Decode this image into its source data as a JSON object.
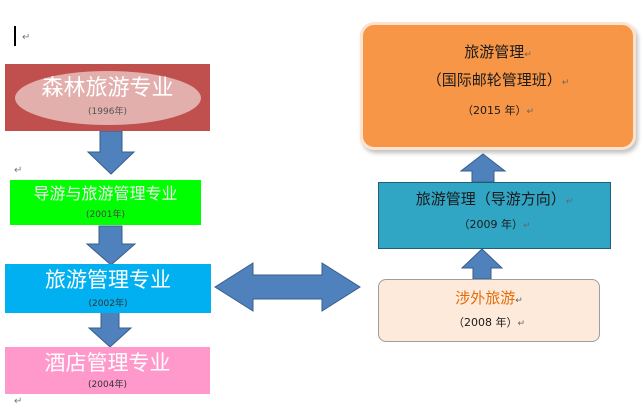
{
  "cursor_mark": "↵",
  "return_mark": "↵",
  "left_column": [
    {
      "title": "森林旅游专业",
      "year": "(1996年)"
    },
    {
      "title": "导游与旅游管理专业",
      "year": "(2001年)"
    },
    {
      "title": "旅游管理专业",
      "year": "(2002年)"
    },
    {
      "title": "酒店管理专业",
      "year": "(2004年)"
    }
  ],
  "right_column": [
    {
      "title": "旅游管理",
      "subtitle": "（国际邮轮管理班）",
      "year": "（2015 年）"
    },
    {
      "title": "旅游管理（导游方向）",
      "year": "（2009 年）"
    },
    {
      "title": "涉外旅游",
      "year": "（2008 年）"
    }
  ],
  "colors": {
    "forest": "#c0504d",
    "guide": "#00ff00",
    "tourism": "#00b0f0",
    "hotel": "#ff99cc",
    "cruise": "#f79646",
    "guide_dir": "#31a5c4",
    "foreign": "#fdeada",
    "arrow": "#4f81bd"
  }
}
